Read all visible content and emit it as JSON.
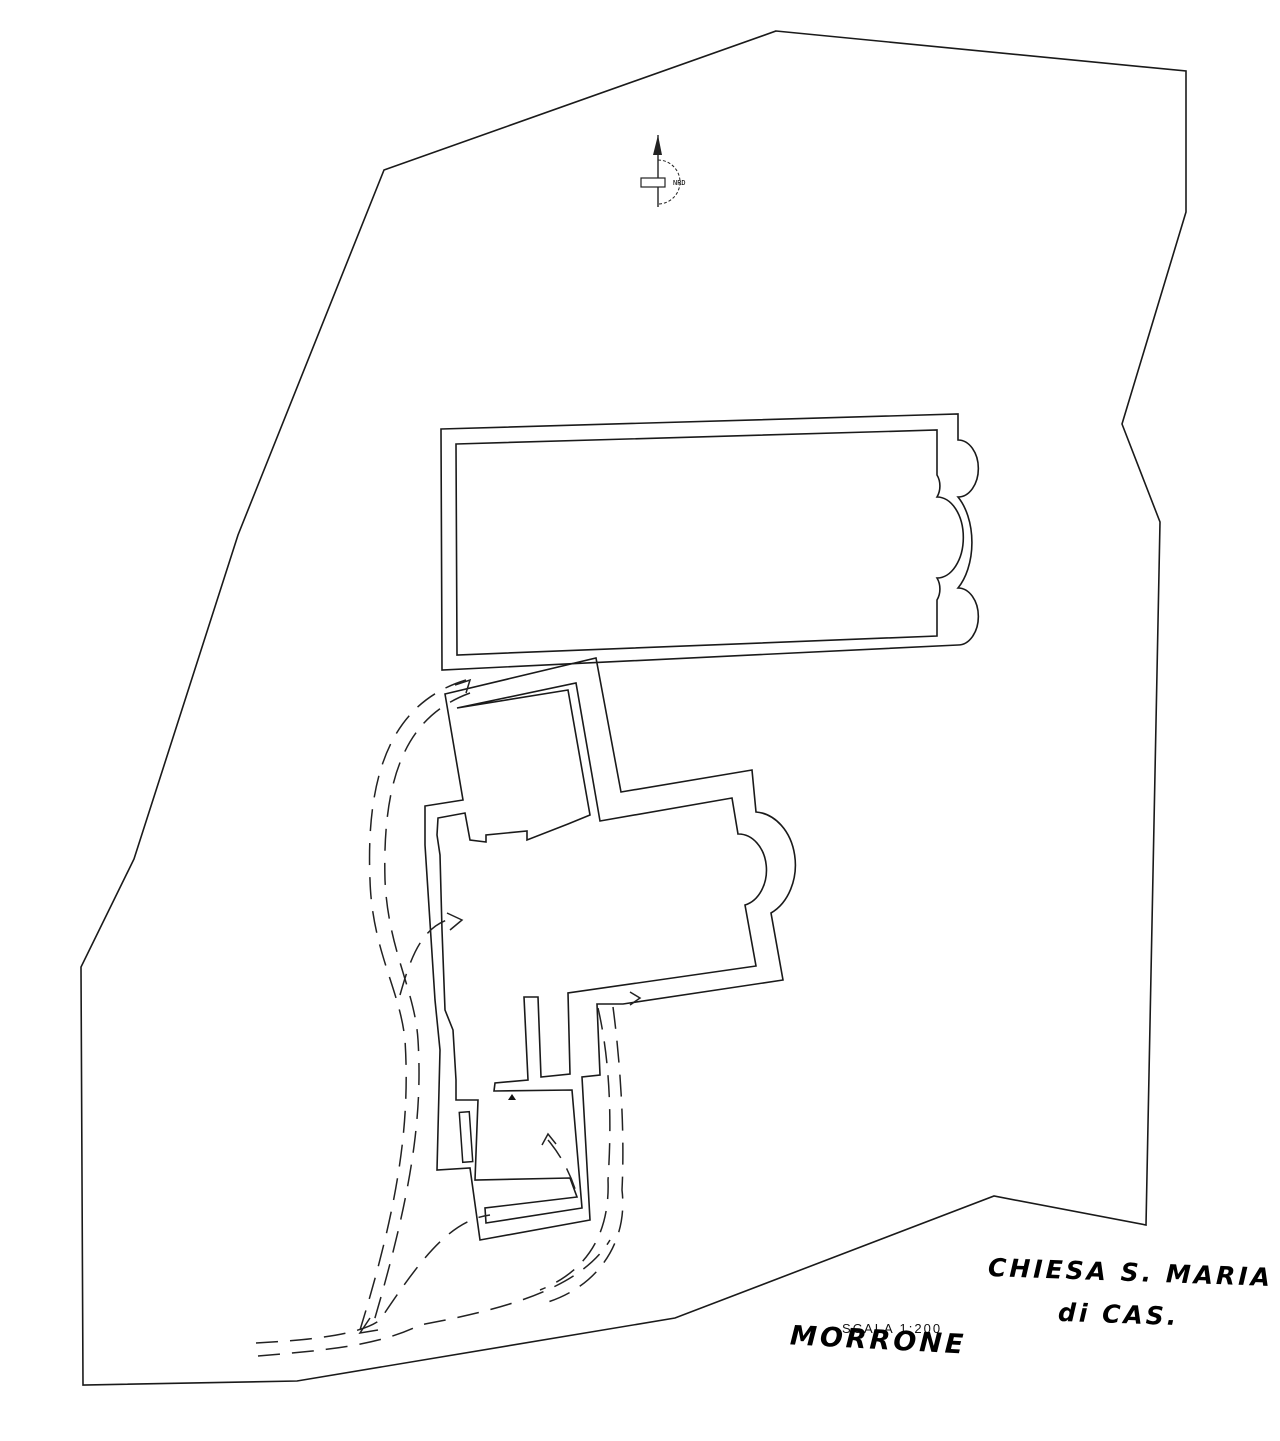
{
  "title": {
    "line1": "CHIESA S. MARIA",
    "line2": "di CAS."
  },
  "scale_label": "SCALA 1:200",
  "site_name": "MORRONE",
  "north_indicator": {
    "icon": "north-arrow-icon"
  },
  "colors": {
    "line": "#1a1a1a",
    "background": "#ffffff"
  }
}
